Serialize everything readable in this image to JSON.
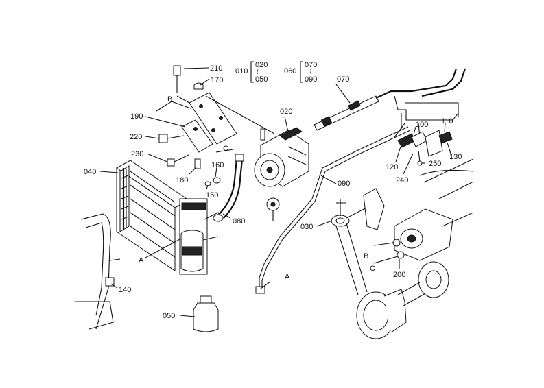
{
  "diagram": {
    "callouts": {
      "p010": "010",
      "p020_a": "020",
      "p050": "050",
      "p060": "060",
      "p070_a": "070",
      "p090_a": "090",
      "p210": "210",
      "p170": "170",
      "p070": "070",
      "p020": "020",
      "p190": "190",
      "p220": "220",
      "p230": "230",
      "p040": "040",
      "p180": "180",
      "p160": "160",
      "p150": "150",
      "p080": "080",
      "p090": "090",
      "p030": "030",
      "p100": "100",
      "p110": "110",
      "p120": "120",
      "p130": "130",
      "p250": "250",
      "p240": "240",
      "p200": "200",
      "p140": "140",
      "p050b": "050",
      "refB1": "B",
      "refC1": "C",
      "refA1": "A",
      "refA2": "A",
      "refB2": "B",
      "refC2": "C"
    },
    "tilde": "≀"
  }
}
